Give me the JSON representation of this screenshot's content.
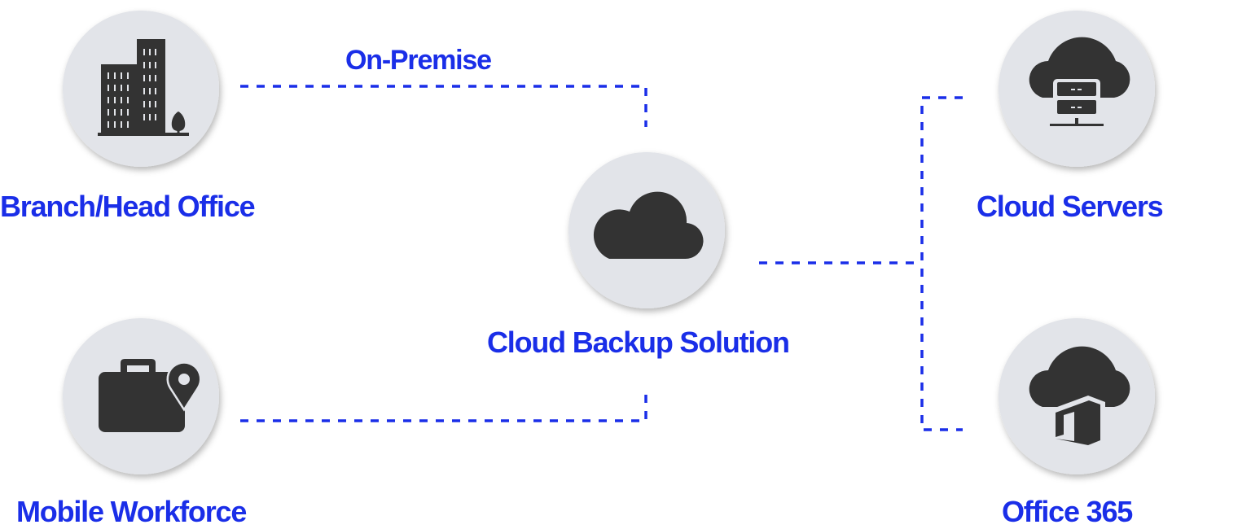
{
  "colors": {
    "accent": "#1a2ee8",
    "icon_fill": "#333333",
    "circle_bg": "#e2e4e9",
    "line": "#1a2ee8"
  },
  "nodes": {
    "branch_office": {
      "label": "Branch/Head Office",
      "icon": "office-building-icon"
    },
    "mobile_workforce": {
      "label": "Mobile Workforce",
      "icon": "briefcase-location-icon"
    },
    "cloud_backup": {
      "label": "Cloud Backup Solution",
      "icon": "cloud-icon"
    },
    "cloud_servers": {
      "label": "Cloud Servers",
      "icon": "cloud-server-icon"
    },
    "office_365": {
      "label": "Office 365",
      "icon": "cloud-office-icon"
    }
  },
  "edges": {
    "on_premise": {
      "label": "On-Premise"
    }
  }
}
